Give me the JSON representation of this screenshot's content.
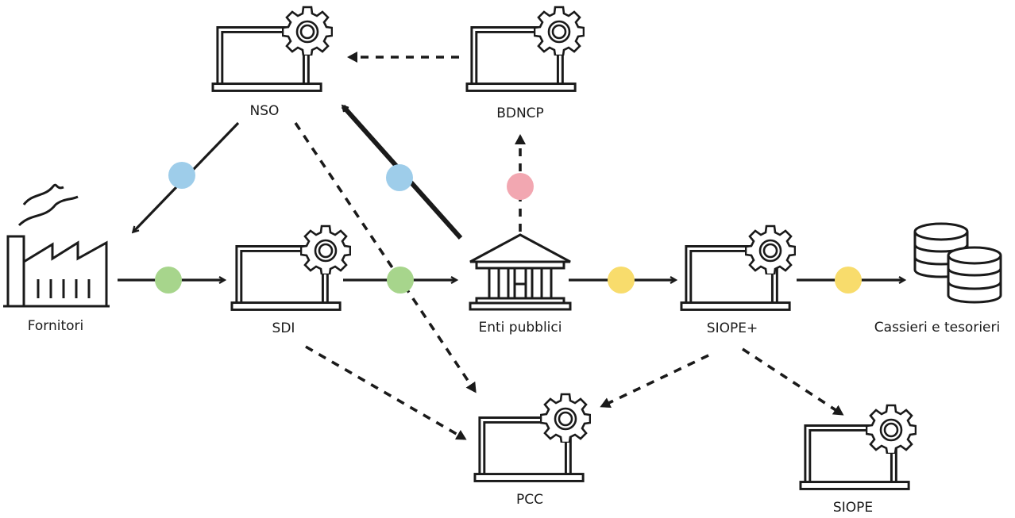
{
  "nodes": {
    "nso": "NSO",
    "bdncp": "BDNCP",
    "fornitori": "Fornitori",
    "sdi": "SDI",
    "enti": "Enti pubblici",
    "siope_plus": "SIOPE+",
    "cassieri": "Cassieri e tesorieri",
    "pcc": "PCC",
    "siope": "SIOPE"
  },
  "colors": {
    "blue": "#9ecdea",
    "green": "#a7d58c",
    "pink": "#f2a7b1",
    "yellow": "#f8dc6c",
    "ink": "#1a1a1a"
  }
}
